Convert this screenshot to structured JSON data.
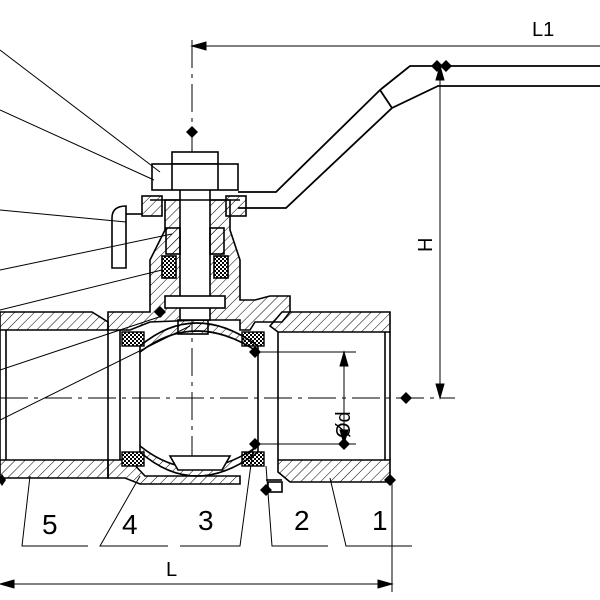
{
  "labels": {
    "dim_l1": "L1",
    "dim_h": "H",
    "dim_d": "Ød",
    "dim_l": "L",
    "part_1": "1",
    "part_2": "2",
    "part_3": "3",
    "part_4": "4",
    "part_5": "5"
  },
  "colors": {
    "ink": "#000000",
    "background": "#ffffff",
    "hatch": "#000000"
  }
}
